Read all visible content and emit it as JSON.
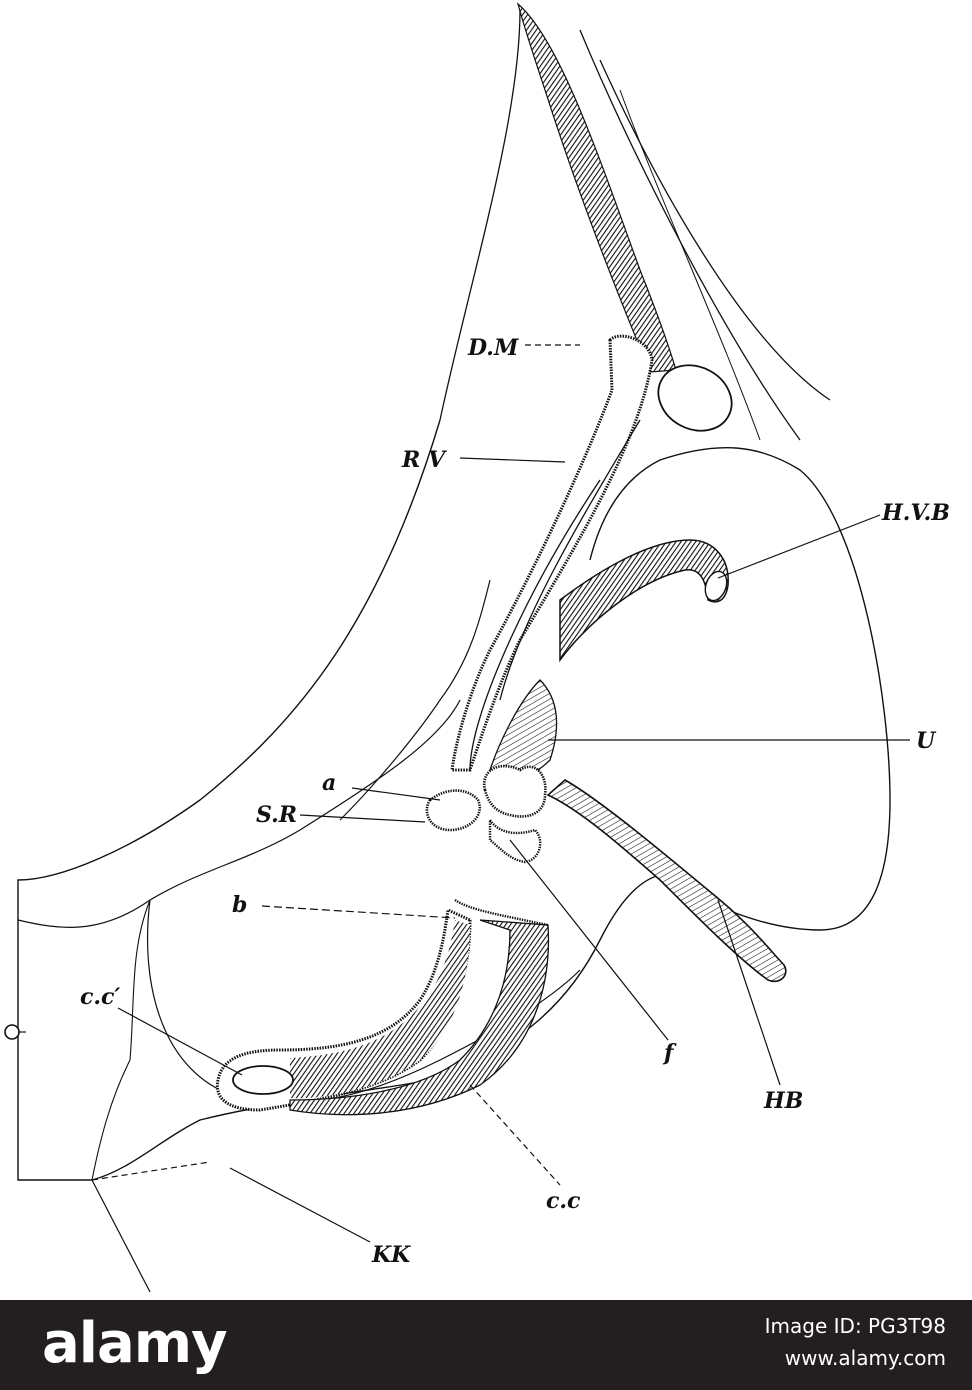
{
  "figure": {
    "labels": {
      "dm": "D.M",
      "rv": "R V",
      "hvb": "H.V.B",
      "u": "U",
      "a": "a",
      "sr": "S.R",
      "b": "b",
      "cc_prime": "c.c′",
      "f": "f",
      "hb": "HB",
      "cc": "c.c",
      "kk": "KK"
    }
  },
  "banner": {
    "brand": "alamy",
    "image_id_prefix": "Image ID: ",
    "image_id": "PG3T98",
    "url": "www.alamy.com"
  },
  "colors": {
    "banner_bg": "#231f20",
    "ink": "#111111"
  }
}
